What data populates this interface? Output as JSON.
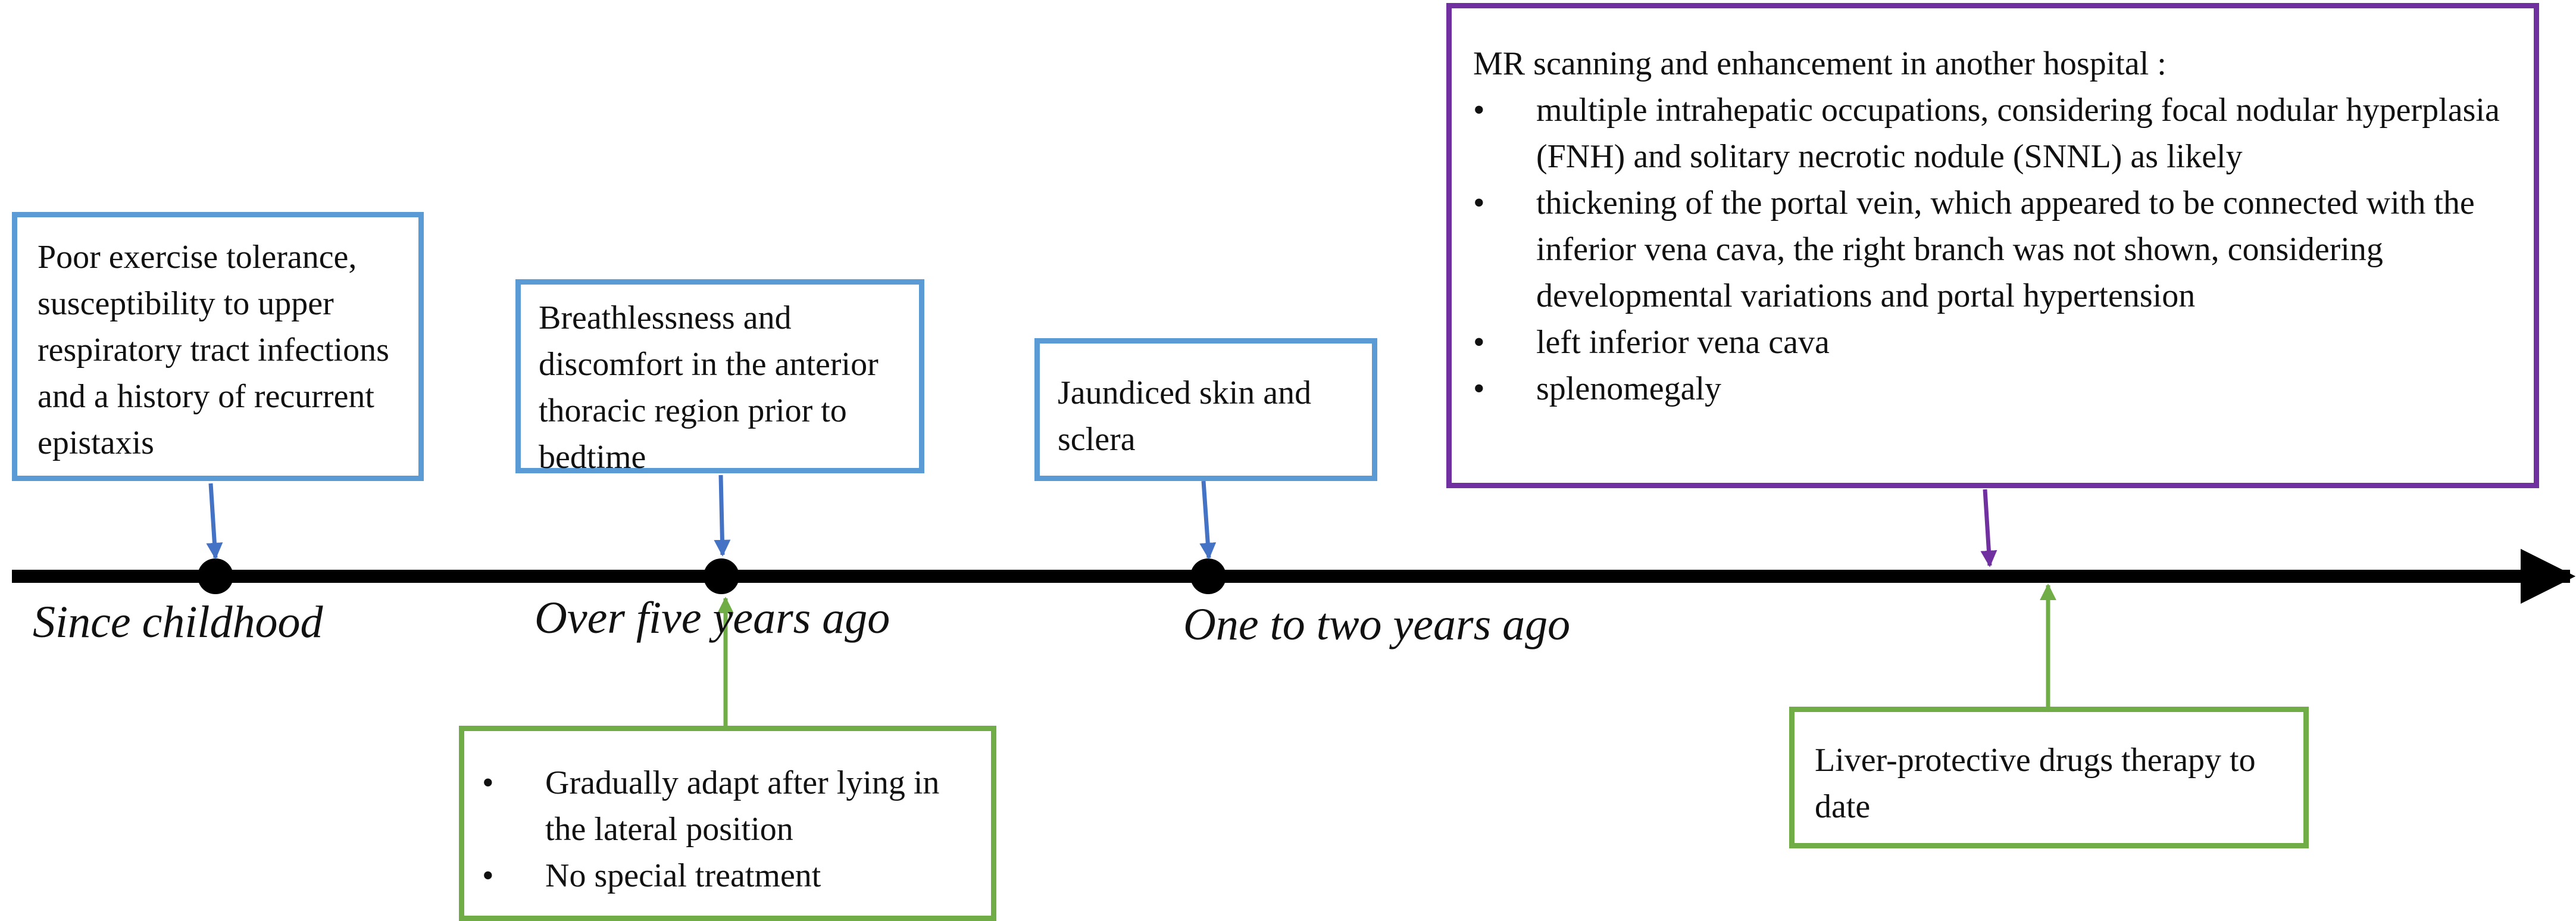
{
  "timeline": {
    "labels": [
      "Since childhood",
      "Over five years ago",
      "One  to two years ago"
    ]
  },
  "events_above": [
    {
      "text": "Poor exercise tolerance, susceptibility to upper respiratory tract infections and a history of recurrent epistaxis"
    },
    {
      "text": "Breathlessness and discomfort in the anterior thoracic region prior to bedtime"
    },
    {
      "text": "Jaundiced skin and sclera"
    },
    {
      "title": "MR scanning and enhancement in another hospital :",
      "bullets": [
        "multiple intrahepatic occupations, considering focal nodular hyperplasia (FNH) and solitary necrotic nodule (SNNL) as likely",
        "thickening of the portal vein, which appeared to be connected with the inferior vena cava, the right branch was not shown, considering developmental variations and portal hypertension",
        "left inferior vena cava",
        "splenomegaly"
      ]
    }
  ],
  "events_below": [
    {
      "bullets": [
        "Gradually adapt after lying in the lateral position",
        "No special treatment"
      ]
    },
    {
      "text": "Liver-protective drugs therapy to date"
    }
  ],
  "bullet_symbol": "•",
  "colors": {
    "axis": "#000000",
    "blue_box": "#5b9bd5",
    "blue_arrow": "#4472c4",
    "green": "#70ad47",
    "purple": "#7030a0"
  }
}
